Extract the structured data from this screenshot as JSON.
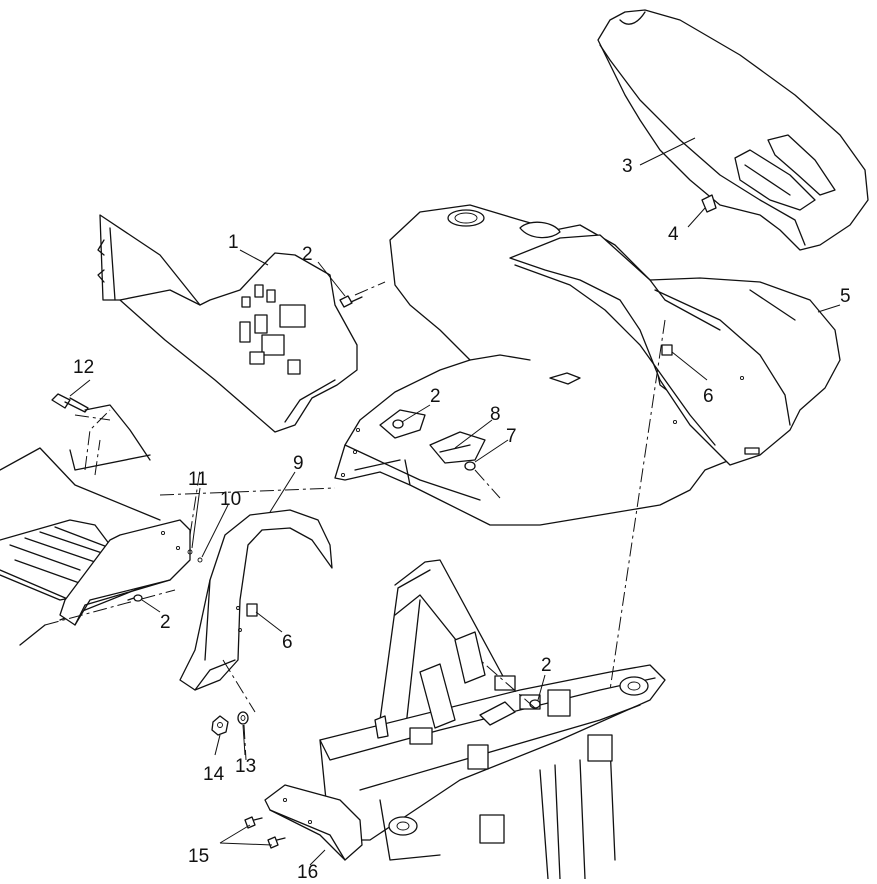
{
  "diagram": {
    "callouts": [
      {
        "id": "c1",
        "text": "1"
      },
      {
        "id": "c2a",
        "text": "2"
      },
      {
        "id": "c3",
        "text": "3"
      },
      {
        "id": "c4",
        "text": "4"
      },
      {
        "id": "c5",
        "text": "5"
      },
      {
        "id": "c6a",
        "text": "6"
      },
      {
        "id": "c12",
        "text": "12"
      },
      {
        "id": "c2b",
        "text": "2"
      },
      {
        "id": "c8",
        "text": "8"
      },
      {
        "id": "c7",
        "text": "7"
      },
      {
        "id": "c9",
        "text": "9"
      },
      {
        "id": "c11",
        "text": "11"
      },
      {
        "id": "c10",
        "text": "10"
      },
      {
        "id": "c2c",
        "text": "2"
      },
      {
        "id": "c6b",
        "text": "6"
      },
      {
        "id": "c2d",
        "text": "2"
      },
      {
        "id": "c14",
        "text": "14"
      },
      {
        "id": "c13",
        "text": "13"
      },
      {
        "id": "c15",
        "text": "15"
      },
      {
        "id": "c16",
        "text": "16"
      }
    ]
  }
}
